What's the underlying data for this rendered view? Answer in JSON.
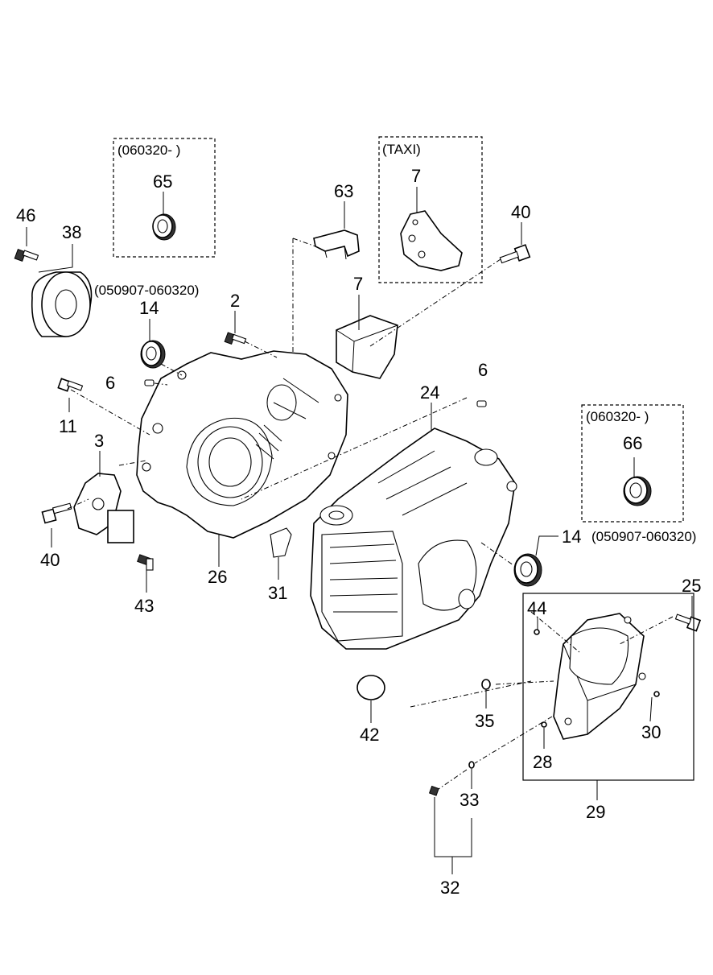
{
  "callouts": {
    "p46": "46",
    "p38": "38",
    "p65": "65",
    "p63": "63",
    "p7_taxi": "7",
    "p40_top": "40",
    "p14_left": "14",
    "p2": "2",
    "p7": "7",
    "p6_left": "6",
    "p6_right": "6",
    "p11": "11",
    "p24": "24",
    "p3": "3",
    "p66": "66",
    "p40_left": "40",
    "p14_right": "14",
    "p26": "26",
    "p43": "43",
    "p31": "31",
    "p25": "25",
    "p44": "44",
    "p35": "35",
    "p30": "30",
    "p42": "42",
    "p28": "28",
    "p33": "33",
    "p29": "29",
    "p32": "32"
  },
  "notes": {
    "box_left_date": "(060320- )",
    "box_taxi": "(TAXI)",
    "box_right_date": "(060320- )",
    "date_range_left": "(050907-060320)",
    "date_range_right": "(050907-060320)"
  }
}
